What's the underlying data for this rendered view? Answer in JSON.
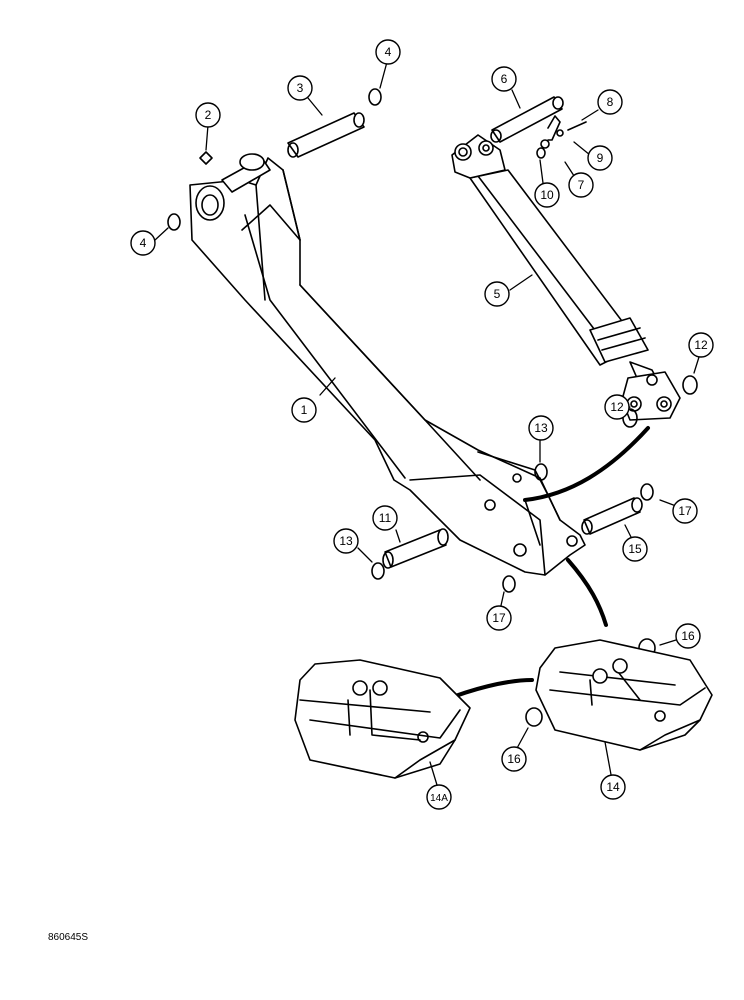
{
  "callouts": [
    "1",
    "2",
    "3",
    "4",
    "4",
    "5",
    "6",
    "7",
    "8",
    "9",
    "10",
    "11",
    "12",
    "12",
    "13",
    "13",
    "14",
    "14A",
    "15",
    "16",
    "16",
    "17",
    "17"
  ],
  "figure_code": "860645S"
}
